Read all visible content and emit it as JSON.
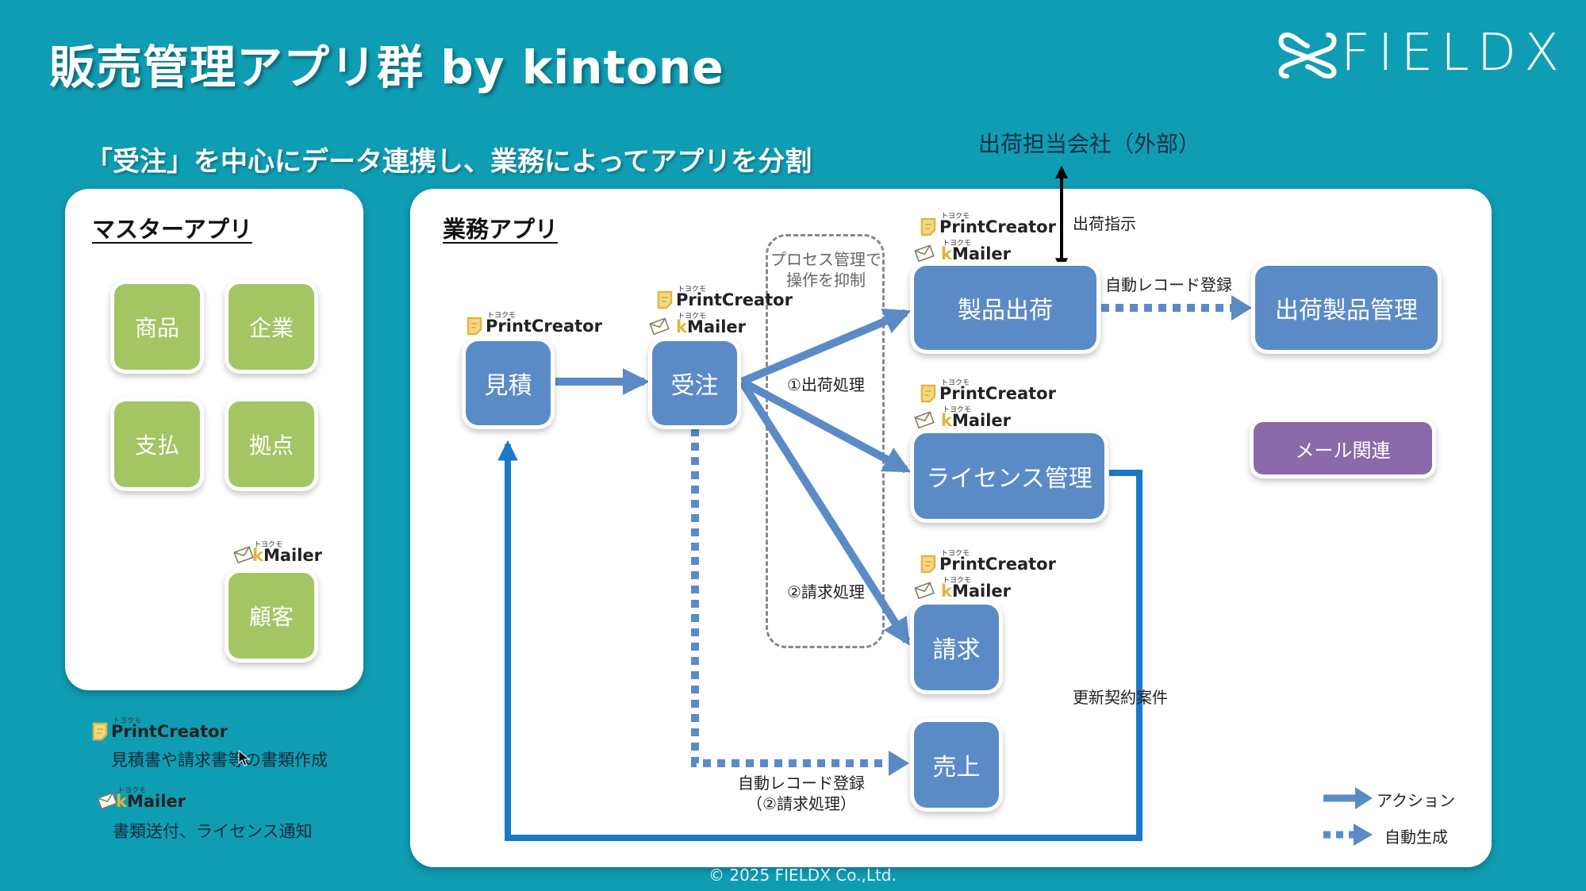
{
  "header": {
    "title": "販売管理アプリ群 by kintone",
    "logo_text": "FIELDX",
    "subtitle": "「受注」を中心にデータ連携し、業務によってアプリを分割"
  },
  "external": {
    "company_label": "出荷担当会社（外部）",
    "instruction_label": "出荷指示"
  },
  "master_panel": {
    "title": "マスターアプリ",
    "apps": [
      "商品",
      "企業",
      "支払",
      "拠点",
      "顧客"
    ]
  },
  "business_panel": {
    "title": "業務アプリ",
    "apps": {
      "estimate": "見積",
      "order": "受注",
      "shipment": "製品出荷",
      "shipped_products": "出荷製品管理",
      "license": "ライセンス管理",
      "billing": "請求",
      "sales": "売上",
      "mail": "メール関連"
    },
    "process_box_label": "プロセス管理で\n操作を抑制",
    "labels": {
      "shipping_process": "①出荷処理",
      "billing_process": "②請求処理",
      "auto_record_1": "自動レコード登録",
      "auto_record_2": "自動レコード登録",
      "auto_record_2_sub": "（②請求処理）",
      "renewal": "更新契約案件"
    },
    "legend": {
      "action": "アクション",
      "auto": "自動生成"
    }
  },
  "plugins": {
    "print_creator": "PrintCreator",
    "kmailer_k": "k",
    "kmailer_rest": "Mailer",
    "ruby": "トヨクモ"
  },
  "plugin_legend": {
    "print_creator_desc": "見積書や請求書等の書類作成",
    "kmailer_desc": "書類送付、ライセンス通知"
  },
  "footer": {
    "copyright": "© 2025 FIELDX Co.,Ltd."
  },
  "colors": {
    "background": "#0f9db4",
    "master_green": "#a3c564",
    "app_blue": "#5b8bc7",
    "mail_purple": "#8a6aa8",
    "loop_line": "#1a78c8"
  }
}
